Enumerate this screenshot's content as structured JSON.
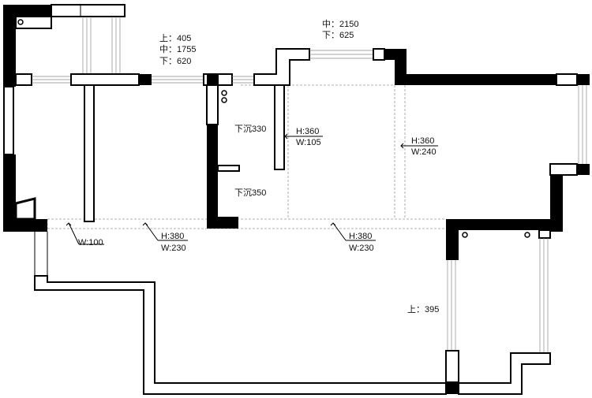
{
  "labels": {
    "window_top_left": {
      "line1": "上：405",
      "line2": "中：1755",
      "line3": "下：620"
    },
    "window_top_mid": {
      "line1": "中：2150",
      "line2": "下：625"
    },
    "sunken_330": "下沉330",
    "sunken_350": "下沉350",
    "beam_left": {
      "h": "H:360",
      "w": "W:105"
    },
    "beam_right": {
      "h": "H:360",
      "w": "W:240"
    },
    "beam_w100": "W:100",
    "beam_bottom_left": {
      "h": "H:380",
      "w": "W:230"
    },
    "beam_bottom_right": {
      "h": "H:380",
      "w": "W:230"
    },
    "window_balcony": "上：395"
  }
}
